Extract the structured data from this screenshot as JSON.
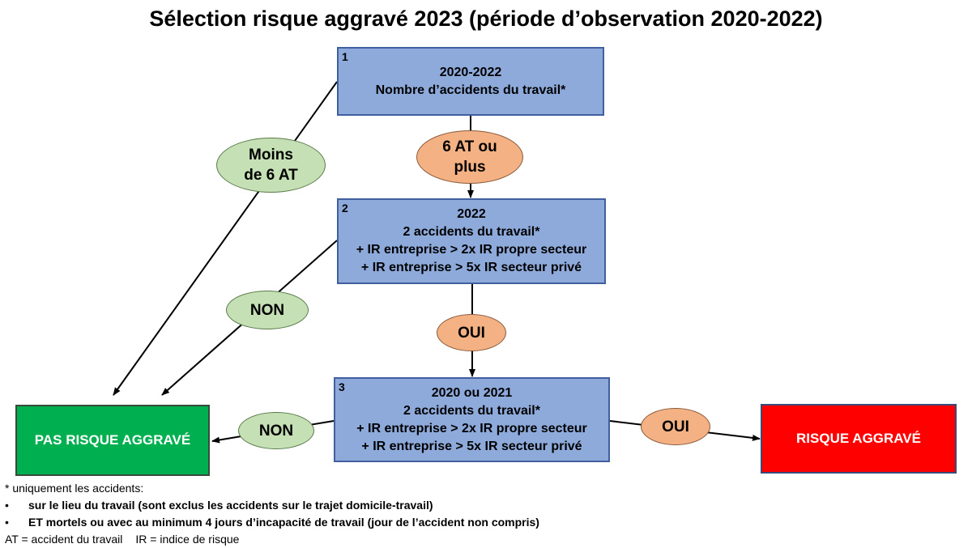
{
  "title": "Sélection risque aggravé 2023 (période d’observation 2020-2022)",
  "steps": [
    {
      "number": "1",
      "lines": [
        "2020-2022",
        "Nombre d’accidents du travail*"
      ]
    },
    {
      "number": "2",
      "lines": [
        "2022",
        "2 accidents du travail*",
        "+ IR entreprise > 2x IR propre secteur",
        "+ IR entreprise > 5x IR secteur privé"
      ]
    },
    {
      "number": "3",
      "lines": [
        "2020 ou 2021",
        "2 accidents du travail*",
        "+ IR entreprise > 2x IR propre secteur",
        "+ IR entreprise > 5x IR secteur privé"
      ]
    }
  ],
  "conditions": {
    "less_than_6": [
      "Moins",
      "de 6 AT"
    ],
    "six_or_more": [
      "6 AT ou",
      "plus"
    ],
    "step2_no": "NON",
    "step2_yes": "OUI",
    "step3_no": "NON",
    "step3_yes": "OUI"
  },
  "outcomes": {
    "not_aggravated": "PAS RISQUE AGGRAVÉ",
    "aggravated": "RISQUE AGGRAVÉ"
  },
  "notes": {
    "intro": "* uniquement les accidents:",
    "bullet_symbol": "•",
    "bullets": [
      "sur le lieu du travail (sont exclus les accidents sur le trajet domicile-travail)",
      "ET mortels ou avec au minimum 4 jours d’incapacité de travail (jour de l’accident non compris)"
    ],
    "legend_at": "AT = accident du travail",
    "legend_ir": "IR = indice de risque"
  },
  "colors": {
    "step_box": "#8eaadb",
    "green_condition": "#c5e0b4",
    "orange_condition": "#f4b183",
    "outcome_negative": "#00b050",
    "outcome_positive": "#ff0000"
  }
}
